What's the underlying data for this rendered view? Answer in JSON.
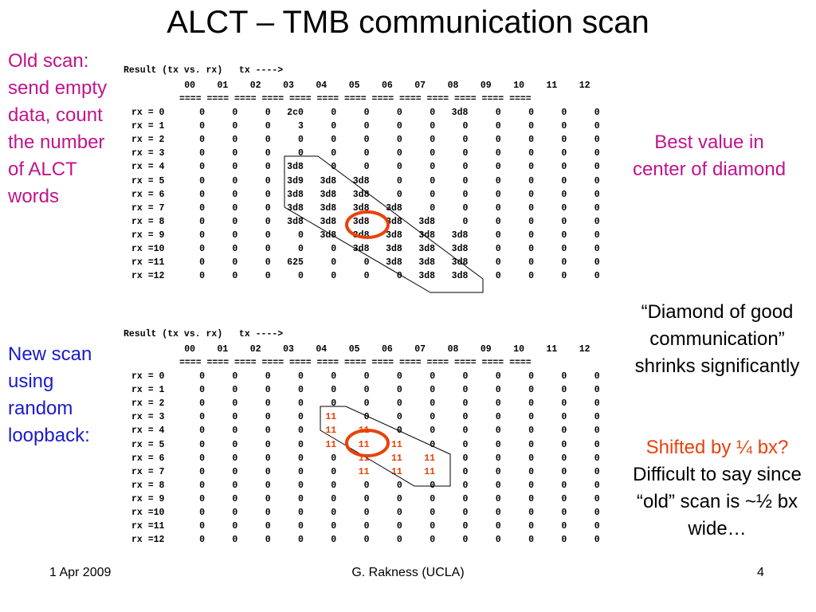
{
  "title": "ALCT – TMB communication scan",
  "notes": {
    "old_scan": "Old scan: send empty data, count the number of ALCT words",
    "new_scan": "New scan using random loopback:",
    "best_value": "Best value in center of diamond",
    "diamond": "“Diamond of good communication” shrinks significantly",
    "shift_highlight": "Shifted by ¼ bx?",
    "shift_rest": "Difficult to say since “old” scan is ~½ bx wide…"
  },
  "scan_header": {
    "line1": "Result (tx vs. rx)   tx ---->",
    "tx_labels": [
      "00",
      "01",
      "02",
      "03",
      "04",
      "05",
      "06",
      "07",
      "08",
      "09",
      "10",
      "11",
      "12"
    ],
    "separator": "==== ==== ==== ==== ==== ==== ==== ==== ==== ==== ==== ==== ===="
  },
  "row_labels": [
    "rx = 0",
    "rx = 1",
    "rx = 2",
    "rx = 3",
    "rx = 4",
    "rx = 5",
    "rx = 6",
    "rx = 7",
    "rx = 8",
    "rx = 9",
    "rx =10",
    "rx =11",
    "rx =12"
  ],
  "old_scan": [
    [
      "0",
      "0",
      "0",
      "2c0",
      "0",
      "0",
      "0",
      "0",
      "3d8",
      "0",
      "0",
      "0",
      "0"
    ],
    [
      "0",
      "0",
      "0",
      "3",
      "0",
      "0",
      "0",
      "0",
      "0",
      "0",
      "0",
      "0",
      "0"
    ],
    [
      "0",
      "0",
      "0",
      "0",
      "0",
      "0",
      "0",
      "0",
      "0",
      "0",
      "0",
      "0",
      "0"
    ],
    [
      "0",
      "0",
      "0",
      "0",
      "0",
      "0",
      "0",
      "0",
      "0",
      "0",
      "0",
      "0",
      "0"
    ],
    [
      "0",
      "0",
      "0",
      "3d8",
      "0",
      "0",
      "0",
      "0",
      "0",
      "0",
      "0",
      "0",
      "0"
    ],
    [
      "0",
      "0",
      "0",
      "3d9",
      "3d8",
      "3d8",
      "0",
      "0",
      "0",
      "0",
      "0",
      "0",
      "0"
    ],
    [
      "0",
      "0",
      "0",
      "3d8",
      "3d8",
      "3d8",
      "0",
      "0",
      "0",
      "0",
      "0",
      "0",
      "0"
    ],
    [
      "0",
      "0",
      "0",
      "3d8",
      "3d8",
      "3d8",
      "3d8",
      "0",
      "0",
      "0",
      "0",
      "0",
      "0"
    ],
    [
      "0",
      "0",
      "0",
      "3d8",
      "3d8",
      "3d8",
      "3d8",
      "3d8",
      "0",
      "0",
      "0",
      "0",
      "0"
    ],
    [
      "0",
      "0",
      "0",
      "0",
      "3d8",
      "3d8",
      "3d8",
      "3d8",
      "3d8",
      "0",
      "0",
      "0",
      "0"
    ],
    [
      "0",
      "0",
      "0",
      "0",
      "0",
      "3d8",
      "3d8",
      "3d8",
      "3d8",
      "0",
      "0",
      "0",
      "0"
    ],
    [
      "0",
      "0",
      "0",
      "625",
      "0",
      "0",
      "3d8",
      "3d8",
      "3d8",
      "0",
      "0",
      "0",
      "0"
    ],
    [
      "0",
      "0",
      "0",
      "0",
      "0",
      "0",
      "0",
      "3d8",
      "3d8",
      "0",
      "0",
      "0",
      "0"
    ]
  ],
  "new_scan": [
    [
      "0",
      "0",
      "0",
      "0",
      "0",
      "0",
      "0",
      "0",
      "0",
      "0",
      "0",
      "0",
      "0"
    ],
    [
      "0",
      "0",
      "0",
      "0",
      "0",
      "0",
      "0",
      "0",
      "0",
      "0",
      "0",
      "0",
      "0"
    ],
    [
      "0",
      "0",
      "0",
      "0",
      "0",
      "0",
      "0",
      "0",
      "0",
      "0",
      "0",
      "0",
      "0"
    ],
    [
      "0",
      "0",
      "0",
      "0",
      "11",
      "0",
      "0",
      "0",
      "0",
      "0",
      "0",
      "0",
      "0"
    ],
    [
      "0",
      "0",
      "0",
      "0",
      "11",
      "11",
      "0",
      "0",
      "0",
      "0",
      "0",
      "0",
      "0"
    ],
    [
      "0",
      "0",
      "0",
      "0",
      "11",
      "11",
      "11",
      "0",
      "0",
      "0",
      "0",
      "0",
      "0"
    ],
    [
      "0",
      "0",
      "0",
      "0",
      "0",
      "11",
      "11",
      "11",
      "0",
      "0",
      "0",
      "0",
      "0"
    ],
    [
      "0",
      "0",
      "0",
      "0",
      "0",
      "11",
      "11",
      "11",
      "0",
      "0",
      "0",
      "0",
      "0"
    ],
    [
      "0",
      "0",
      "0",
      "0",
      "0",
      "0",
      "0",
      "0",
      "0",
      "0",
      "0",
      "0",
      "0"
    ],
    [
      "0",
      "0",
      "0",
      "0",
      "0",
      "0",
      "0",
      "0",
      "0",
      "0",
      "0",
      "0",
      "0"
    ],
    [
      "0",
      "0",
      "0",
      "0",
      "0",
      "0",
      "0",
      "0",
      "0",
      "0",
      "0",
      "0",
      "0"
    ],
    [
      "0",
      "0",
      "0",
      "0",
      "0",
      "0",
      "0",
      "0",
      "0",
      "0",
      "0",
      "0",
      "0"
    ],
    [
      "0",
      "0",
      "0",
      "0",
      "0",
      "0",
      "0",
      "0",
      "0",
      "0",
      "0",
      "0",
      "0"
    ]
  ],
  "highlight_colors": {
    "marker": "#e8420a",
    "old_note": "#c0148c",
    "new_note": "#1a1acc"
  },
  "footer": {
    "date": "1 Apr 2009",
    "author": "G. Rakness (UCLA)",
    "page": "4"
  }
}
